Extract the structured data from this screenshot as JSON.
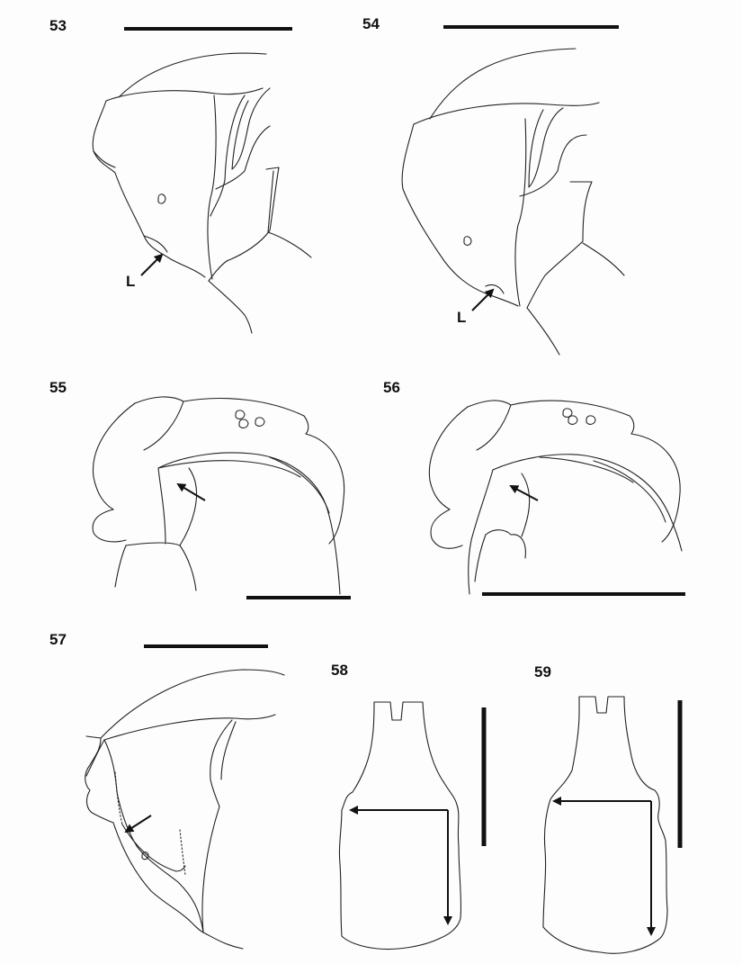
{
  "figures": [
    {
      "id": "53",
      "label": "53",
      "annotation": "L"
    },
    {
      "id": "54",
      "label": "54",
      "annotation": "L"
    },
    {
      "id": "55",
      "label": "55"
    },
    {
      "id": "56",
      "label": "56"
    },
    {
      "id": "57",
      "label": "57"
    },
    {
      "id": "58",
      "label": "58"
    },
    {
      "id": "59",
      "label": "59"
    }
  ],
  "colors": {
    "ink": "#222222",
    "background": "#fdfdfd"
  }
}
